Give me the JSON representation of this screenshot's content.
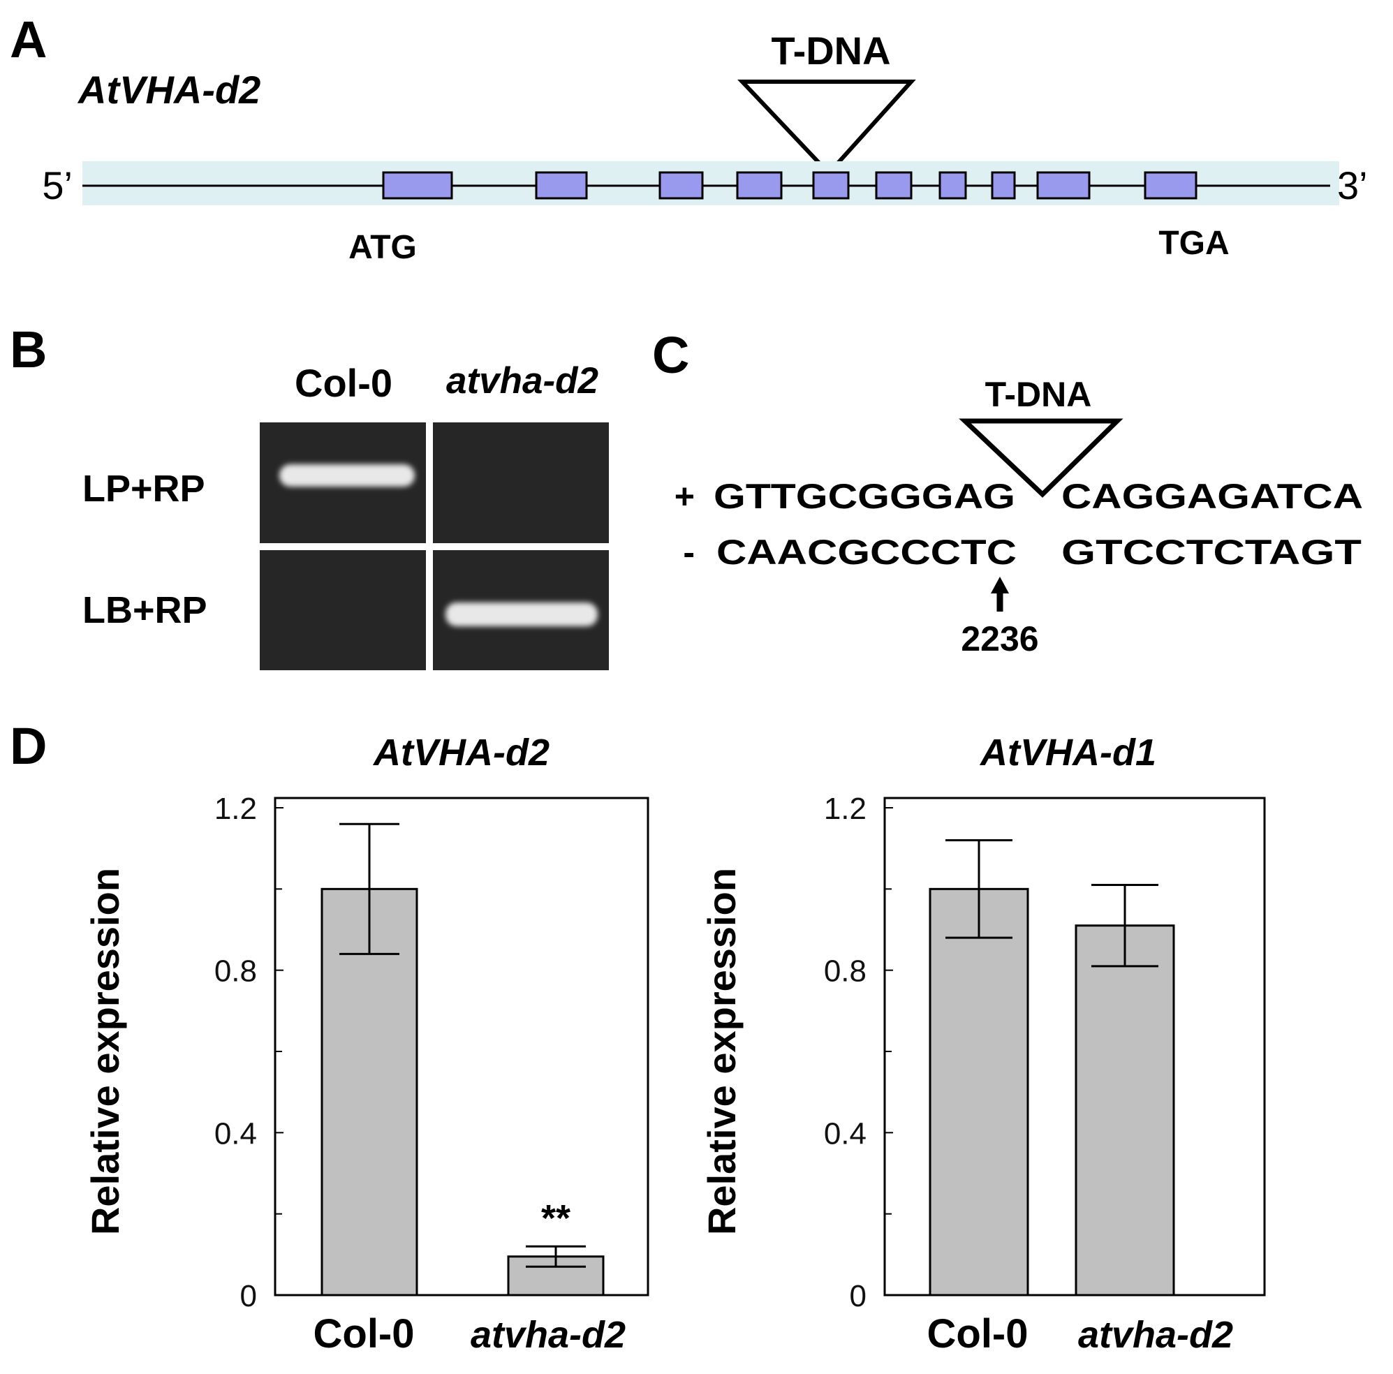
{
  "panel_a": {
    "letter": "A",
    "gene_name": "AtVHA-d2",
    "five_prime": "5’",
    "three_prime": "3’",
    "insertion_label": "T-DNA",
    "start_codon": "ATG",
    "stop_codon": "TGA",
    "exon_count": 10,
    "colors": {
      "exon": "#9999ee",
      "backdrop": "#dff0f3",
      "line": "#000000"
    }
  },
  "panel_b": {
    "letter": "B",
    "lanes": [
      "Col-0",
      "atvha-d2"
    ],
    "rows": [
      "LP+RP",
      "LB+RP"
    ],
    "bands": [
      [
        true,
        false
      ],
      [
        false,
        true
      ]
    ],
    "colors": {
      "gel": "#262626",
      "band": "#e8e8e8"
    }
  },
  "panel_c": {
    "letter": "C",
    "insertion_label": "T-DNA",
    "plus_sign": "+",
    "minus_sign": "-",
    "plus_left": "GTTGCGGGAG",
    "plus_right": "CAGGAGATCA",
    "minus_left": "CAACGCCCTC",
    "minus_right": "GTCCTCTAGT",
    "position": "2236"
  },
  "panel_d": {
    "letter": "D",
    "significance": "**"
  },
  "chart_data": [
    {
      "type": "bar",
      "title": "AtVHA-d2",
      "ylabel": "Relative expression",
      "categories": [
        "Col-0",
        "atvha-d2"
      ],
      "values": [
        1.0,
        0.095
      ],
      "errors": [
        0.16,
        0.025
      ],
      "ylim": [
        0,
        1.2
      ],
      "yticks": [
        "0",
        "0.4",
        "0.8",
        "1.2"
      ],
      "bar_color": "#c0c0c0",
      "annotation": {
        "category": "atvha-d2",
        "text": "**"
      }
    },
    {
      "type": "bar",
      "title": "AtVHA-d1",
      "ylabel": "Relative expression",
      "categories": [
        "Col-0",
        "atvha-d2"
      ],
      "values": [
        1.0,
        0.91
      ],
      "errors": [
        0.12,
        0.1
      ],
      "ylim": [
        0,
        1.2
      ],
      "yticks": [
        "0",
        "0.4",
        "0.8",
        "1.2"
      ],
      "bar_color": "#c0c0c0"
    }
  ]
}
